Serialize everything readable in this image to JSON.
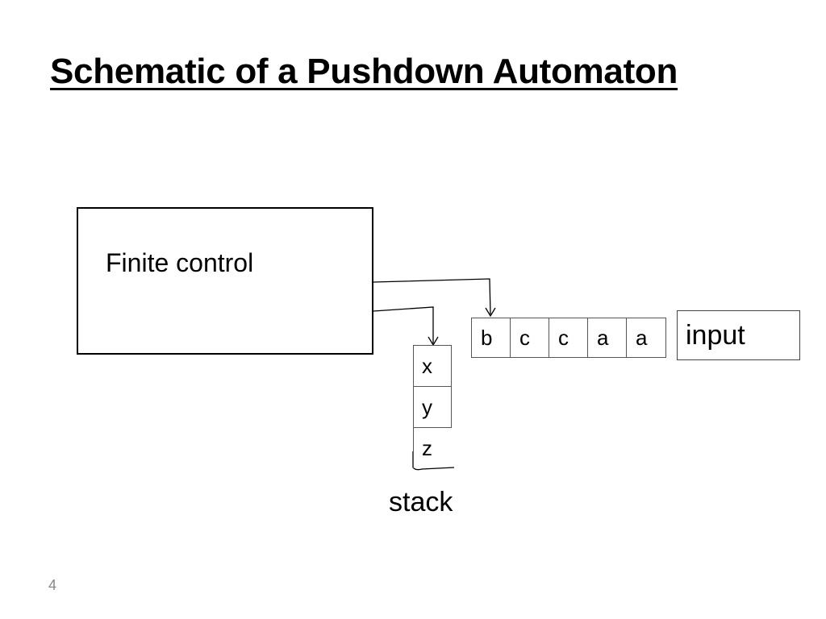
{
  "slide": {
    "title": "Schematic of a Pushdown Automaton",
    "page_number": "4"
  },
  "finite_control": {
    "label": "Finite control"
  },
  "input_tape": {
    "cells": [
      "b",
      "c",
      "c",
      "a",
      "a"
    ],
    "label": "input"
  },
  "stack": {
    "cells": [
      "x",
      "y",
      "z"
    ],
    "label": "stack"
  }
}
